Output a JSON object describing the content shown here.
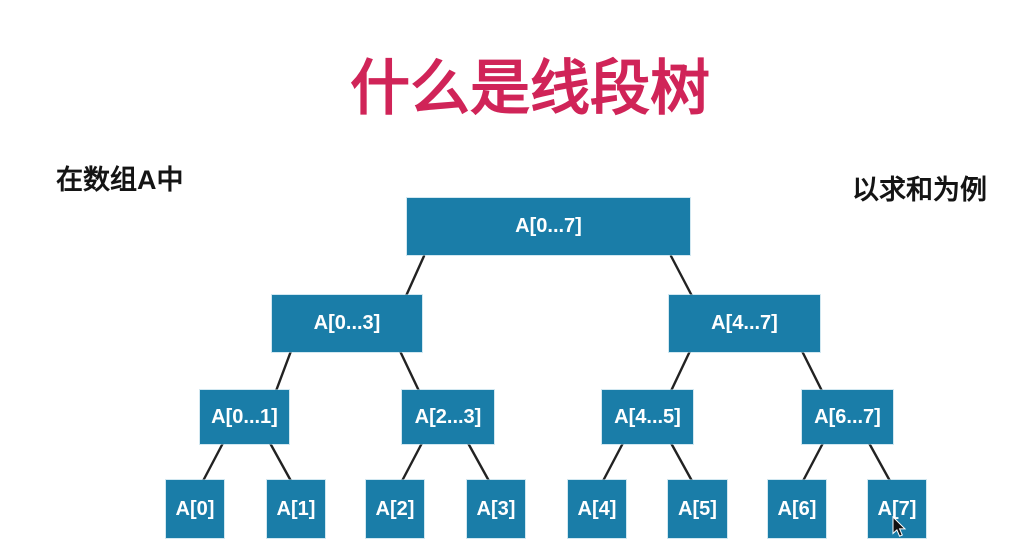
{
  "title": "什么是线段树",
  "annotations": {
    "left": "在数组A中",
    "right": "以求和为例"
  },
  "colors": {
    "title_text": "#d02458",
    "node_fill": "#1a7da8",
    "node_text": "#ffffff",
    "edge_stroke": "#222222",
    "background": "#ffffff"
  },
  "tree": {
    "nodes": [
      {
        "id": "A07",
        "label": "A[0...7]",
        "level": 0,
        "parent": null
      },
      {
        "id": "A03",
        "label": "A[0...3]",
        "level": 1,
        "parent": "A07"
      },
      {
        "id": "A47",
        "label": "A[4...7]",
        "level": 1,
        "parent": "A07"
      },
      {
        "id": "A01",
        "label": "A[0...1]",
        "level": 2,
        "parent": "A03"
      },
      {
        "id": "A23",
        "label": "A[2...3]",
        "level": 2,
        "parent": "A03"
      },
      {
        "id": "A45",
        "label": "A[4...5]",
        "level": 2,
        "parent": "A47"
      },
      {
        "id": "A67",
        "label": "A[6...7]",
        "level": 2,
        "parent": "A47"
      },
      {
        "id": "A0",
        "label": "A[0]",
        "level": 3,
        "parent": "A01"
      },
      {
        "id": "A1",
        "label": "A[1]",
        "level": 3,
        "parent": "A01"
      },
      {
        "id": "A2",
        "label": "A[2]",
        "level": 3,
        "parent": "A23"
      },
      {
        "id": "A3",
        "label": "A[3]",
        "level": 3,
        "parent": "A23"
      },
      {
        "id": "A4",
        "label": "A[4]",
        "level": 3,
        "parent": "A45"
      },
      {
        "id": "A5",
        "label": "A[5]",
        "level": 3,
        "parent": "A45"
      },
      {
        "id": "A6",
        "label": "A[6]",
        "level": 3,
        "parent": "A67"
      },
      {
        "id": "A7",
        "label": "A[7]",
        "level": 3,
        "parent": "A67"
      }
    ]
  }
}
